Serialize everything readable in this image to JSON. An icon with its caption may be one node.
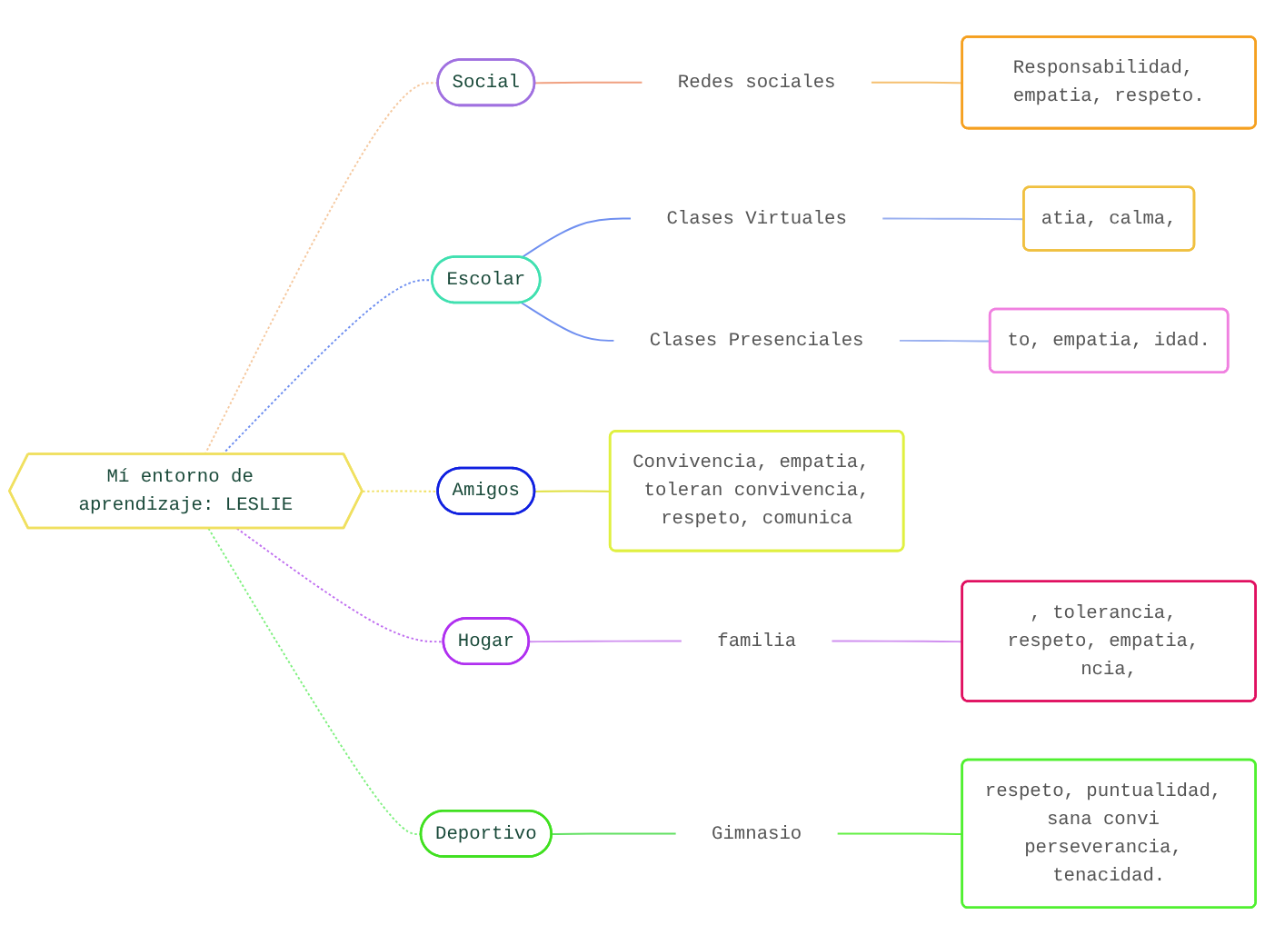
{
  "diagram": {
    "nodes": [
      {
        "text": [
          "Mí entorno de aprendizaje: LESLIE"
        ]
      },
      {
        "text": [
          "Social"
        ]
      },
      {
        "text": [
          "Redes sociales"
        ]
      },
      {
        "text": [
          "Responsabilidad, empatia, respeto."
        ]
      },
      {
        "text": [
          "Escolar"
        ]
      },
      {
        "text": [
          "Clases Virtuales"
        ]
      },
      {
        "text": [
          "atia, calma,"
        ]
      },
      {
        "text": [
          "Clases Presenciales"
        ]
      },
      {
        "text": [
          "to, empatia, idad."
        ]
      },
      {
        "text": [
          "Amigos"
        ]
      },
      {
        "text": [
          "Convivencia, empatia,  toleran convivencia, respeto, comunica"
        ]
      },
      {
        "text": [
          "Hogar"
        ]
      },
      {
        "text": [
          "familia"
        ]
      },
      {
        "text": [
          ", tolerancia, respeto, empatia, ncia,"
        ]
      },
      {
        "text": [
          "Deportivo"
        ]
      },
      {
        "text": [
          "Gimnasio"
        ]
      },
      {
        "text": [
          "respeto, puntualidad, sana convi perseverancia, tenacidad."
        ]
      }
    ],
    "edges": [
      {
        "from": 0,
        "to": 1,
        "arrow": "none",
        "style": "dashed",
        "color": "#f5c9a0"
      },
      {
        "from": 1,
        "to": 2,
        "arrow": "none",
        "color": "#f0a080"
      },
      {
        "from": 2,
        "to": 3,
        "arrow": "none",
        "color": "#f5c070"
      },
      {
        "from": 0,
        "to": 4,
        "arrow": "none",
        "style": "dashed",
        "color": "#6f8ff0"
      },
      {
        "from": 4,
        "to": 5,
        "arrow": "none",
        "color": "#6f8ff0"
      },
      {
        "from": 5,
        "to": 6,
        "arrow": "none",
        "color": "#9ab0f0"
      },
      {
        "from": 4,
        "to": 7,
        "arrow": "none",
        "color": "#6f8ff0"
      },
      {
        "from": 7,
        "to": 8,
        "arrow": "none",
        "color": "#9ab0f0"
      },
      {
        "from": 0,
        "to": 9,
        "arrow": "none",
        "style": "dashed",
        "color": "#f0e060"
      },
      {
        "from": 9,
        "to": 10,
        "arrow": "none",
        "color": "#e0e040"
      },
      {
        "from": 0,
        "to": 11,
        "arrow": "none",
        "style": "dashed",
        "color": "#c070f0"
      },
      {
        "from": 11,
        "to": 12,
        "arrow": "none",
        "color": "#d090f0"
      },
      {
        "from": 12,
        "to": 13,
        "arrow": "none",
        "color": "#d090f0"
      },
      {
        "from": 0,
        "to": 14,
        "arrow": "none",
        "style": "dashed",
        "color": "#80f080"
      },
      {
        "from": 14,
        "to": 15,
        "arrow": "none",
        "color": "#60e060"
      },
      {
        "from": 15,
        "to": 16,
        "arrow": "none",
        "color": "#60f040"
      }
    ]
  }
}
